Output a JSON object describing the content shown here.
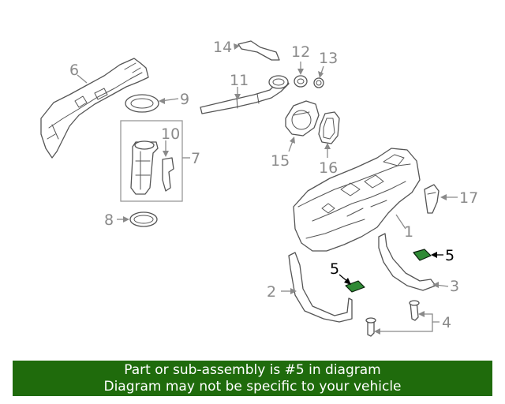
{
  "diagram": {
    "callouts": {
      "c1": "1",
      "c2": "2",
      "c3": "3",
      "c4": "4",
      "c5a": "5",
      "c5b": "5",
      "c6": "6",
      "c7": "7",
      "c8": "8",
      "c9": "9",
      "c10": "10",
      "c11": "11",
      "c12": "12",
      "c13": "13",
      "c14": "14",
      "c15": "15",
      "c16": "16",
      "c17": "17"
    },
    "highlight_color": "#2f8a35",
    "callout_color": "#8a8a8a"
  },
  "banner": {
    "line1": "Part or sub-assembly is #5 in diagram",
    "line2": "Diagram may not be specific to your vehicle",
    "background": "#1f6b0c"
  }
}
